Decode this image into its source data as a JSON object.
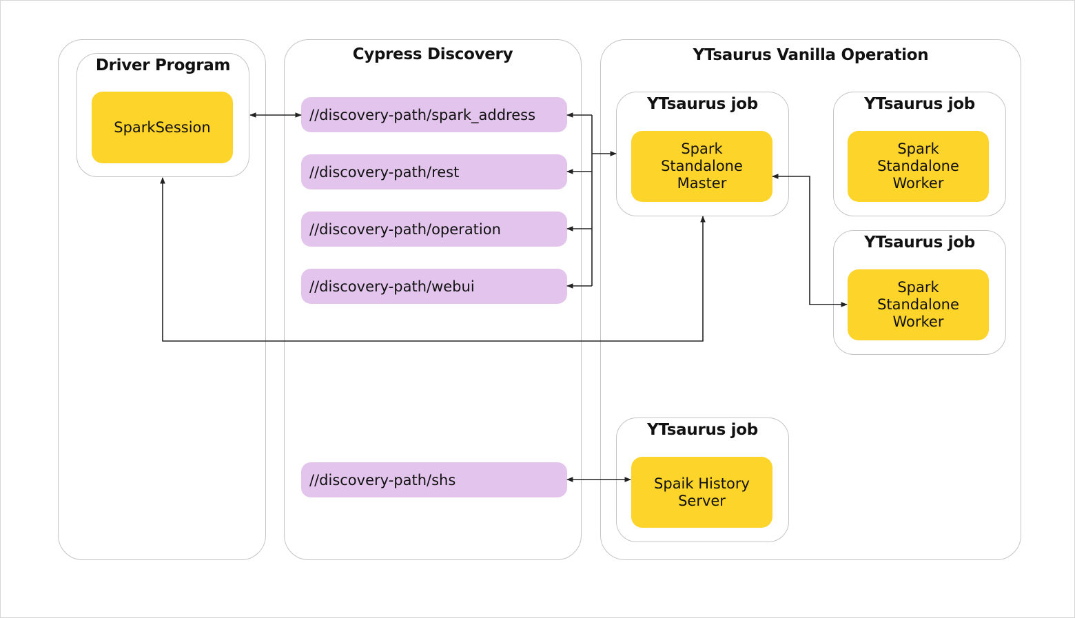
{
  "panels": {
    "driver": {
      "title": "Driver Program",
      "component": "SparkSession"
    },
    "cypress": {
      "title": "Cypress Discovery",
      "paths": [
        "//discovery-path/spark_address",
        "//discovery-path/rest",
        "//discovery-path/operation",
        "//discovery-path/webui",
        "//discovery-path/shs"
      ]
    },
    "vanilla": {
      "title": "YTsaurus Vanilla Operation",
      "jobs": [
        {
          "title": "YTsaurus job",
          "component": "Spark Standalone Master"
        },
        {
          "title": "YTsaurus job",
          "component": "Spark Standalone Worker"
        },
        {
          "title": "YTsaurus job",
          "component": "Spark Standalone Worker"
        },
        {
          "title": "YTsaurus job",
          "component": "Spaik History Server"
        }
      ]
    }
  },
  "colors": {
    "component_fill": "#fdd42a",
    "path_fill": "#e2c4ec",
    "border": "#c4c4c4",
    "connector": "#222222"
  },
  "connections": [
    {
      "from": "SparkSession",
      "to": "//discovery-path/spark_address",
      "direction": "bidirectional"
    },
    {
      "from": "Spark Standalone Master",
      "to": "//discovery-path/spark_address",
      "direction": "forward"
    },
    {
      "from": "Spark Standalone Master",
      "to": "//discovery-path/rest",
      "direction": "forward"
    },
    {
      "from": "Spark Standalone Master",
      "to": "//discovery-path/operation",
      "direction": "forward"
    },
    {
      "from": "Spark Standalone Master",
      "to": "//discovery-path/webui",
      "direction": "forward"
    },
    {
      "from": "SparkSession",
      "to": "Spark Standalone Master",
      "direction": "bidirectional"
    },
    {
      "from": "Spark Standalone Master",
      "to": "Spark Standalone Worker",
      "direction": "bidirectional"
    },
    {
      "from": "//discovery-path/shs",
      "to": "Spaik History Server",
      "direction": "bidirectional"
    }
  ]
}
